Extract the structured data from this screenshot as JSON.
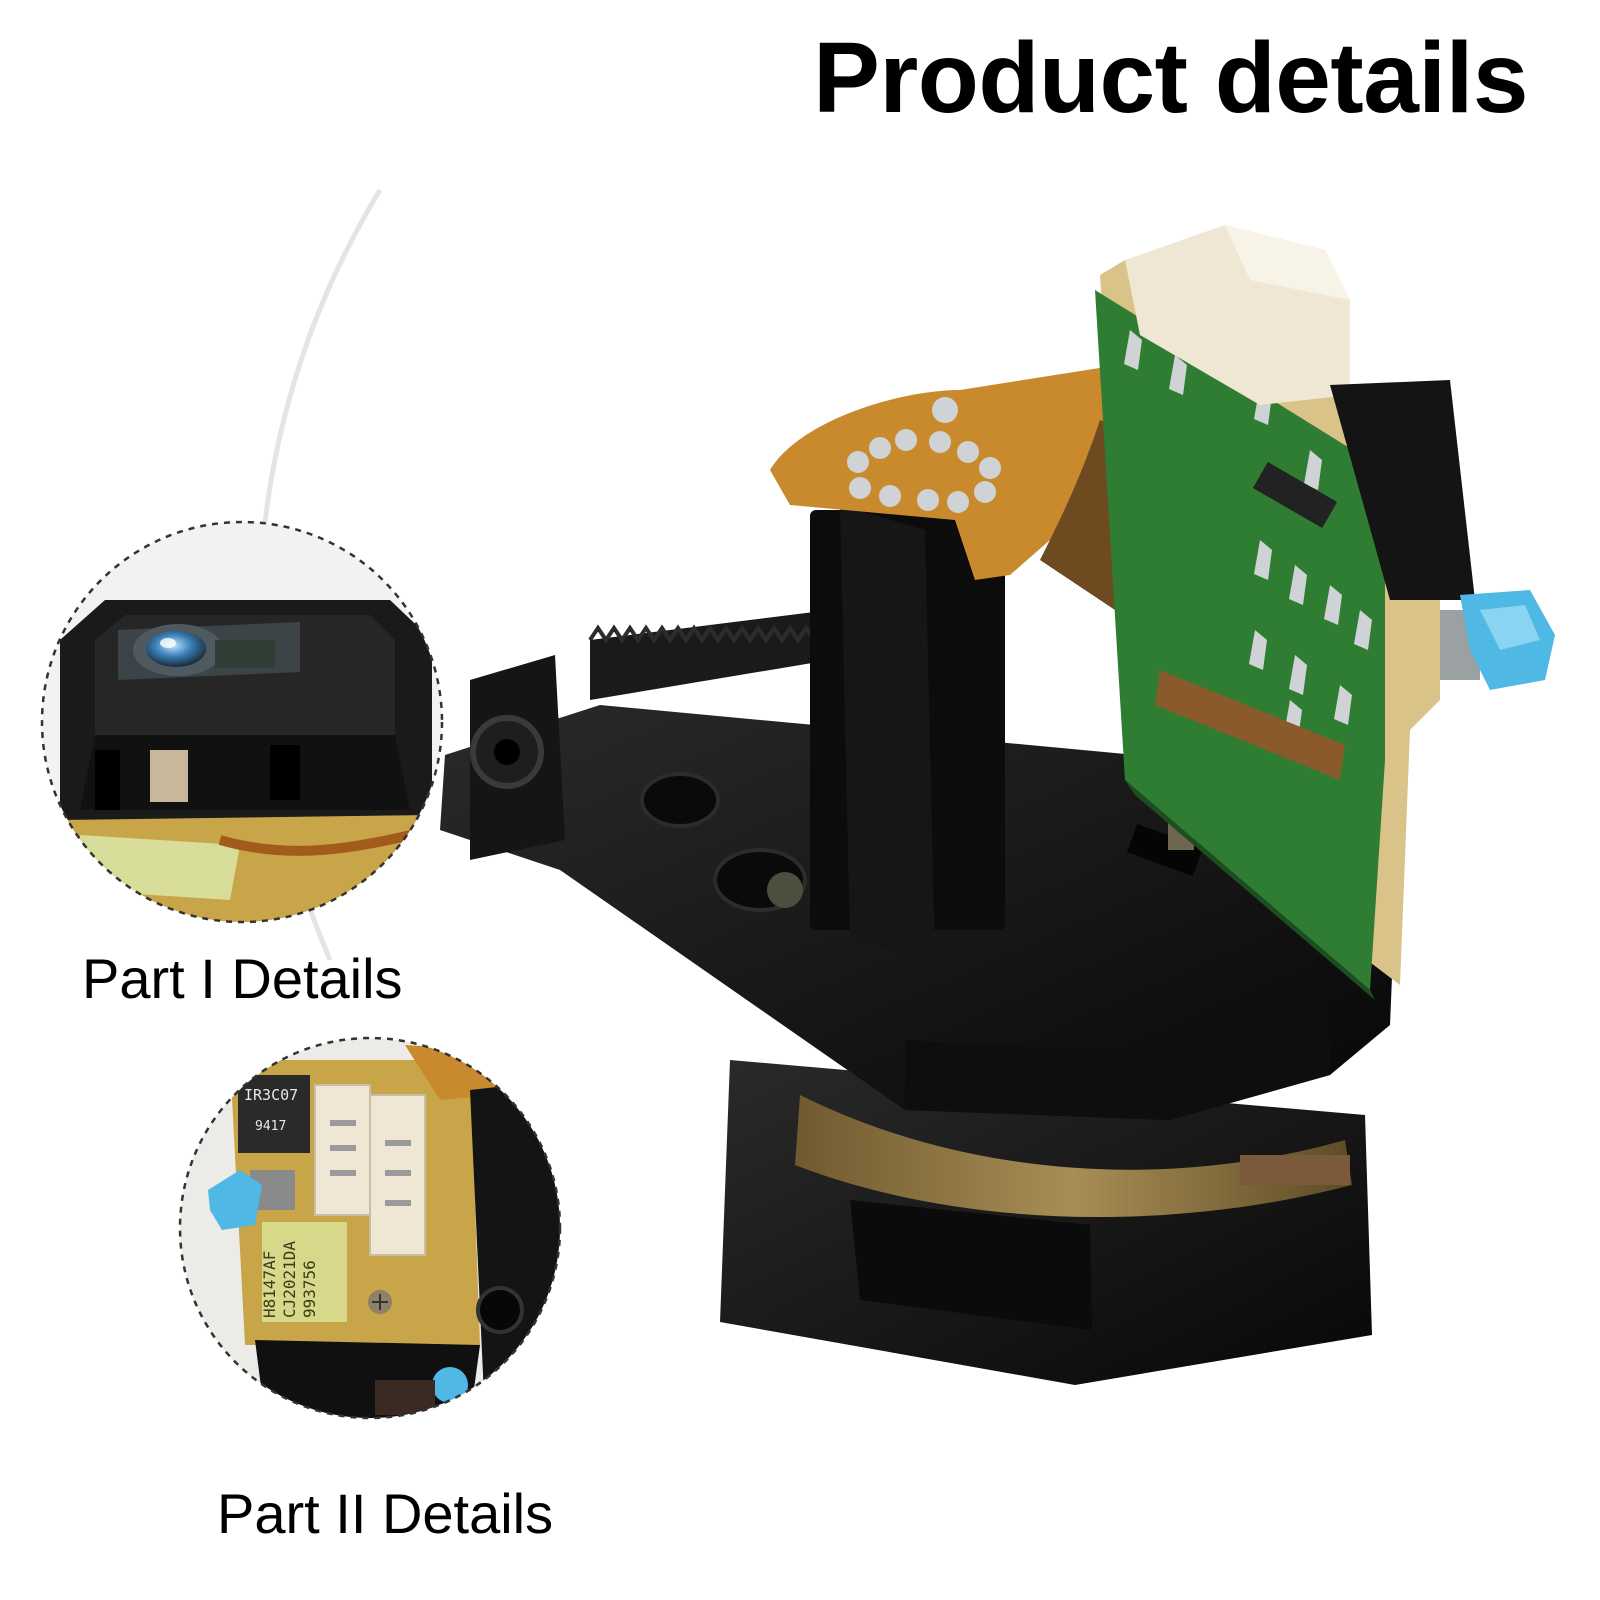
{
  "heading": {
    "title": "Product details"
  },
  "captions": {
    "part_one": "Part I Details",
    "part_two": "Part II Details"
  },
  "detail_two": {
    "chip_marking": "IR3C07",
    "chip_code": "9417",
    "board_label_lines": [
      "H8147AF",
      "CJ2021DA",
      "993756"
    ]
  },
  "colors": {
    "background": "#ffffff",
    "housing": "#121212",
    "pcb_green": "#2e7d32",
    "flex_copper": "#c98a2e",
    "connector_white": "#efe7d4",
    "knob_blue": "#4fb8e4",
    "frame_gold": "#c9a54a",
    "solder_silver": "#cfd3d6",
    "arc_gray": "#e4e4e4",
    "dashed_border": "#333333"
  }
}
